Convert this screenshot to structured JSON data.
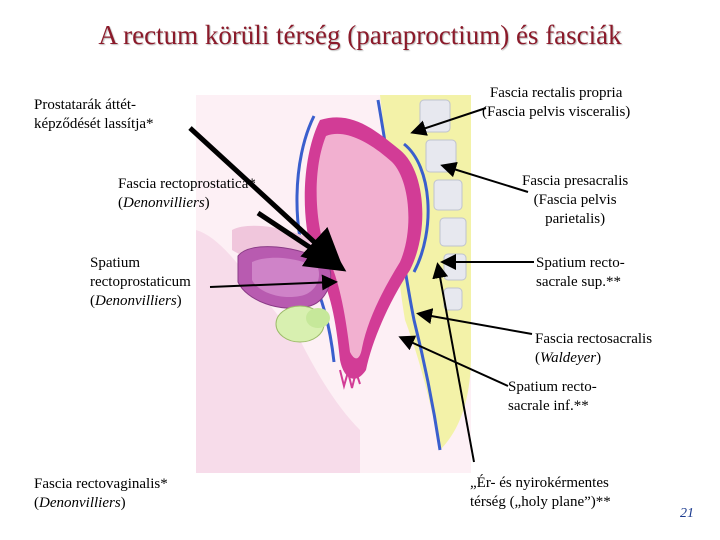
{
  "title": "A rectum körüli térség (paraproctium) és fasciák",
  "labels": {
    "prostate_line1": "Prostatarák áttét-",
    "prostate_line2": "képződését lassítja*",
    "fascia_rectoprostatica": "Fascia rectoprostatica*",
    "denonvilliers_1": "Denonvilliers",
    "spatium_rp_1": "Spatium",
    "spatium_rp_2": "rectoprostaticum",
    "denonvilliers_2": "Denonvilliers",
    "fascia_rectovaginalis": "Fascia rectovaginalis*",
    "denonvilliers_3": "Denonvilliers",
    "fascia_rectalis_1": "Fascia rectalis propria",
    "fascia_rectalis_2": "(Fascia pelvis visceralis)",
    "fascia_presacralis_1": "Fascia presacralis",
    "fascia_presacralis_2": "(Fascia pelvis",
    "fascia_presacralis_3": "parietalis)",
    "spatium_sup_1": "Spatium recto-",
    "spatium_sup_2": "sacrale sup.**",
    "fascia_rectosacralis": "Fascia rectosacralis",
    "waldeyer": "Waldeyer",
    "spatium_inf_1": "Spatium recto-",
    "spatium_inf_2": "sacrale inf.**",
    "holy_1": "„Ér- és nyirokérmentes",
    "holy_2": "térség („holy plane”)**"
  },
  "page_number": "21",
  "colors": {
    "title": "#8b1a2a",
    "rectum": "#d23c96",
    "rectum_fill": "#f2b0d0",
    "fascia_blue": "#3a5fcd",
    "presacral_yellow": "#f3f2a8",
    "vertebra": "#e7e8ef",
    "prostate": "#b85bb0",
    "seminal": "#d8f0b0",
    "tissue_pink": "#f6d6e6"
  }
}
